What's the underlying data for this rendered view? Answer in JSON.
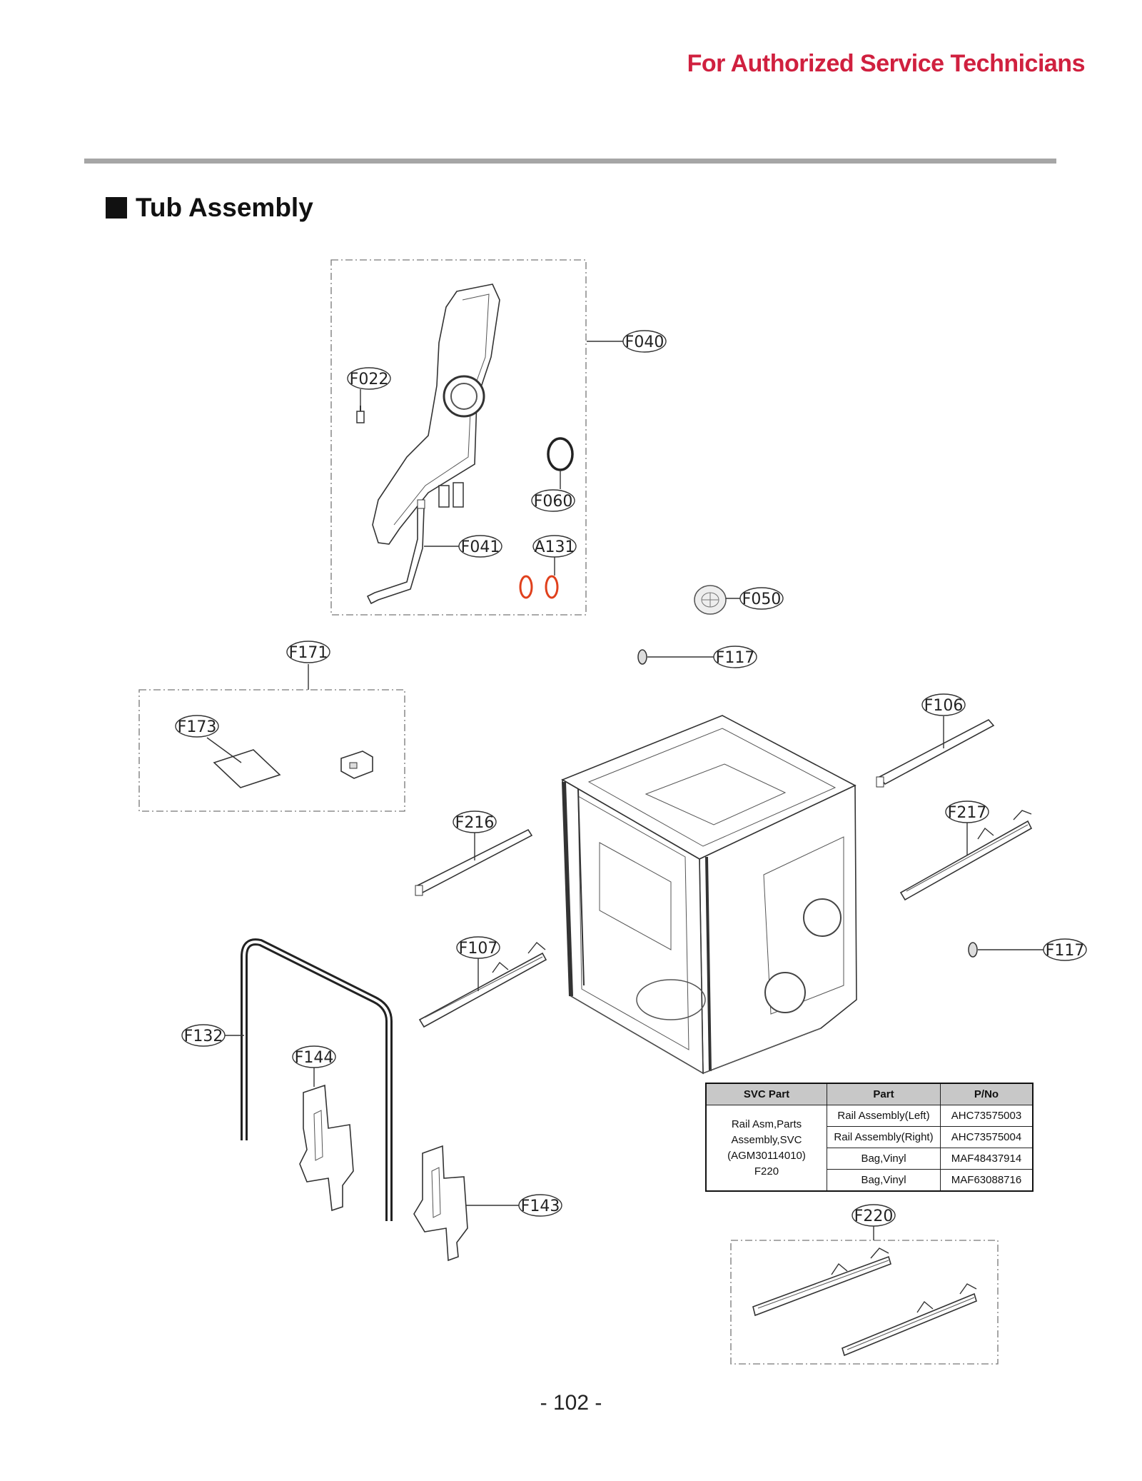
{
  "header": {
    "title": "For Authorized Service Technicians"
  },
  "section": {
    "title": "Tub Assembly"
  },
  "callouts": {
    "f040": "F040",
    "f022": "F022",
    "f060": "F060",
    "f041": "F041",
    "a131": "A131",
    "f050": "F050",
    "f171": "F171",
    "f117a": "F117",
    "f173": "F173",
    "f106": "F106",
    "f216": "F216",
    "f217": "F217",
    "f107": "F107",
    "f117b": "F117",
    "f132": "F132",
    "f144": "F144",
    "f143": "F143",
    "f220": "F220"
  },
  "table": {
    "headers": [
      "SVC Part",
      "Part",
      "P/No"
    ],
    "svc_part": [
      "Rail Asm,Parts",
      "Assembly,SVC",
      "(AGM30114010)",
      "F220"
    ],
    "rows": [
      {
        "part": "Rail Assembly(Left)",
        "pno": "AHC73575003"
      },
      {
        "part": "Rail Assembly(Right)",
        "pno": "AHC73575004"
      },
      {
        "part": "Bag,Vinyl",
        "pno": "MAF48437914"
      },
      {
        "part": "Bag,Vinyl",
        "pno": "MAF63088716"
      }
    ]
  },
  "footer": {
    "page_number": "- 102 -"
  },
  "colors": {
    "header_red": "#d0203f",
    "oring_orange": "#e0401c"
  }
}
